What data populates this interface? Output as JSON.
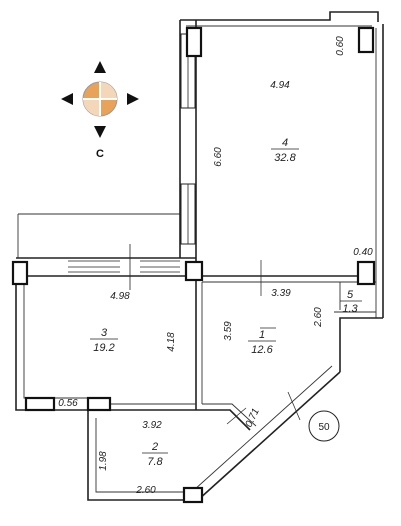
{
  "compass": {
    "north_label": "С",
    "icon": "compass-icon",
    "accent": "#e08a3c"
  },
  "rooms": [
    {
      "number": "1",
      "area": "12.6"
    },
    {
      "number": "2",
      "area": "7.8"
    },
    {
      "number": "3",
      "area": "19.2"
    },
    {
      "number": "4",
      "area": "32.8"
    },
    {
      "number": "5",
      "area": "1.3"
    }
  ],
  "dimensions": {
    "r4_width": "4.94",
    "r4_height": "6.60",
    "top_right": "0.60",
    "col_right": "0.40",
    "r3_width": "4.98",
    "r3_height": "4.18",
    "r1_width": "3.39",
    "r1_height": "3.59",
    "r5_width": "2.60",
    "bottom_left_short": "0.56",
    "r2_width_top": "3.92",
    "diag_short": "0.71",
    "r2_height": "1.98",
    "r2_width_bottom": "2.60"
  },
  "marker": {
    "label": "50"
  }
}
